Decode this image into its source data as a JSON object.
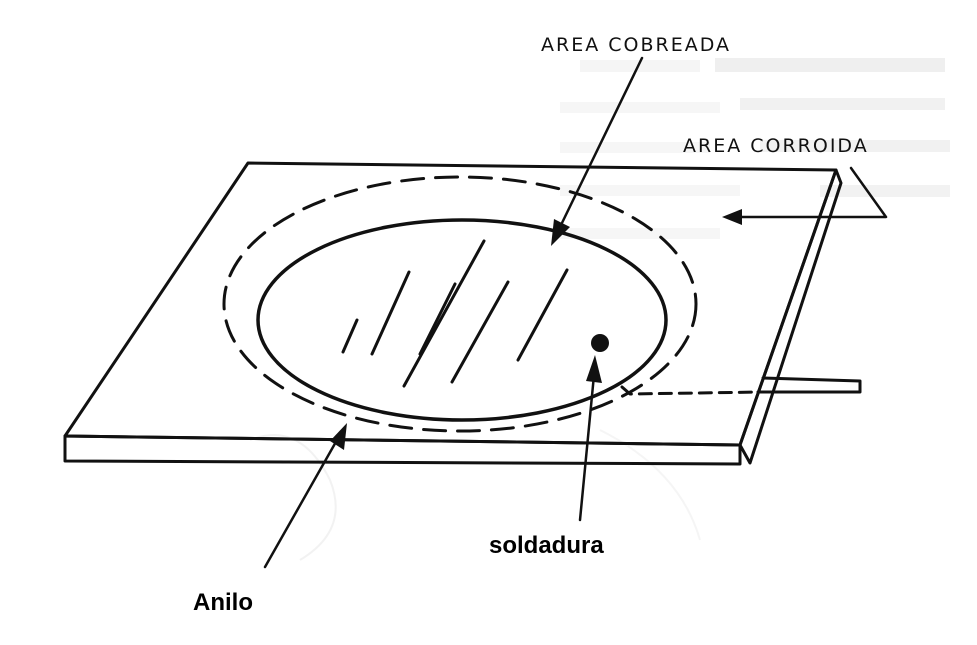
{
  "labels": {
    "area_cobreada": "AREA COBREADA",
    "area_corroida": "AREA CORROIDA",
    "soldadura": "soldadura",
    "anilo": "Anilo"
  },
  "colors": {
    "ink": "#111111",
    "background": "#ffffff"
  }
}
